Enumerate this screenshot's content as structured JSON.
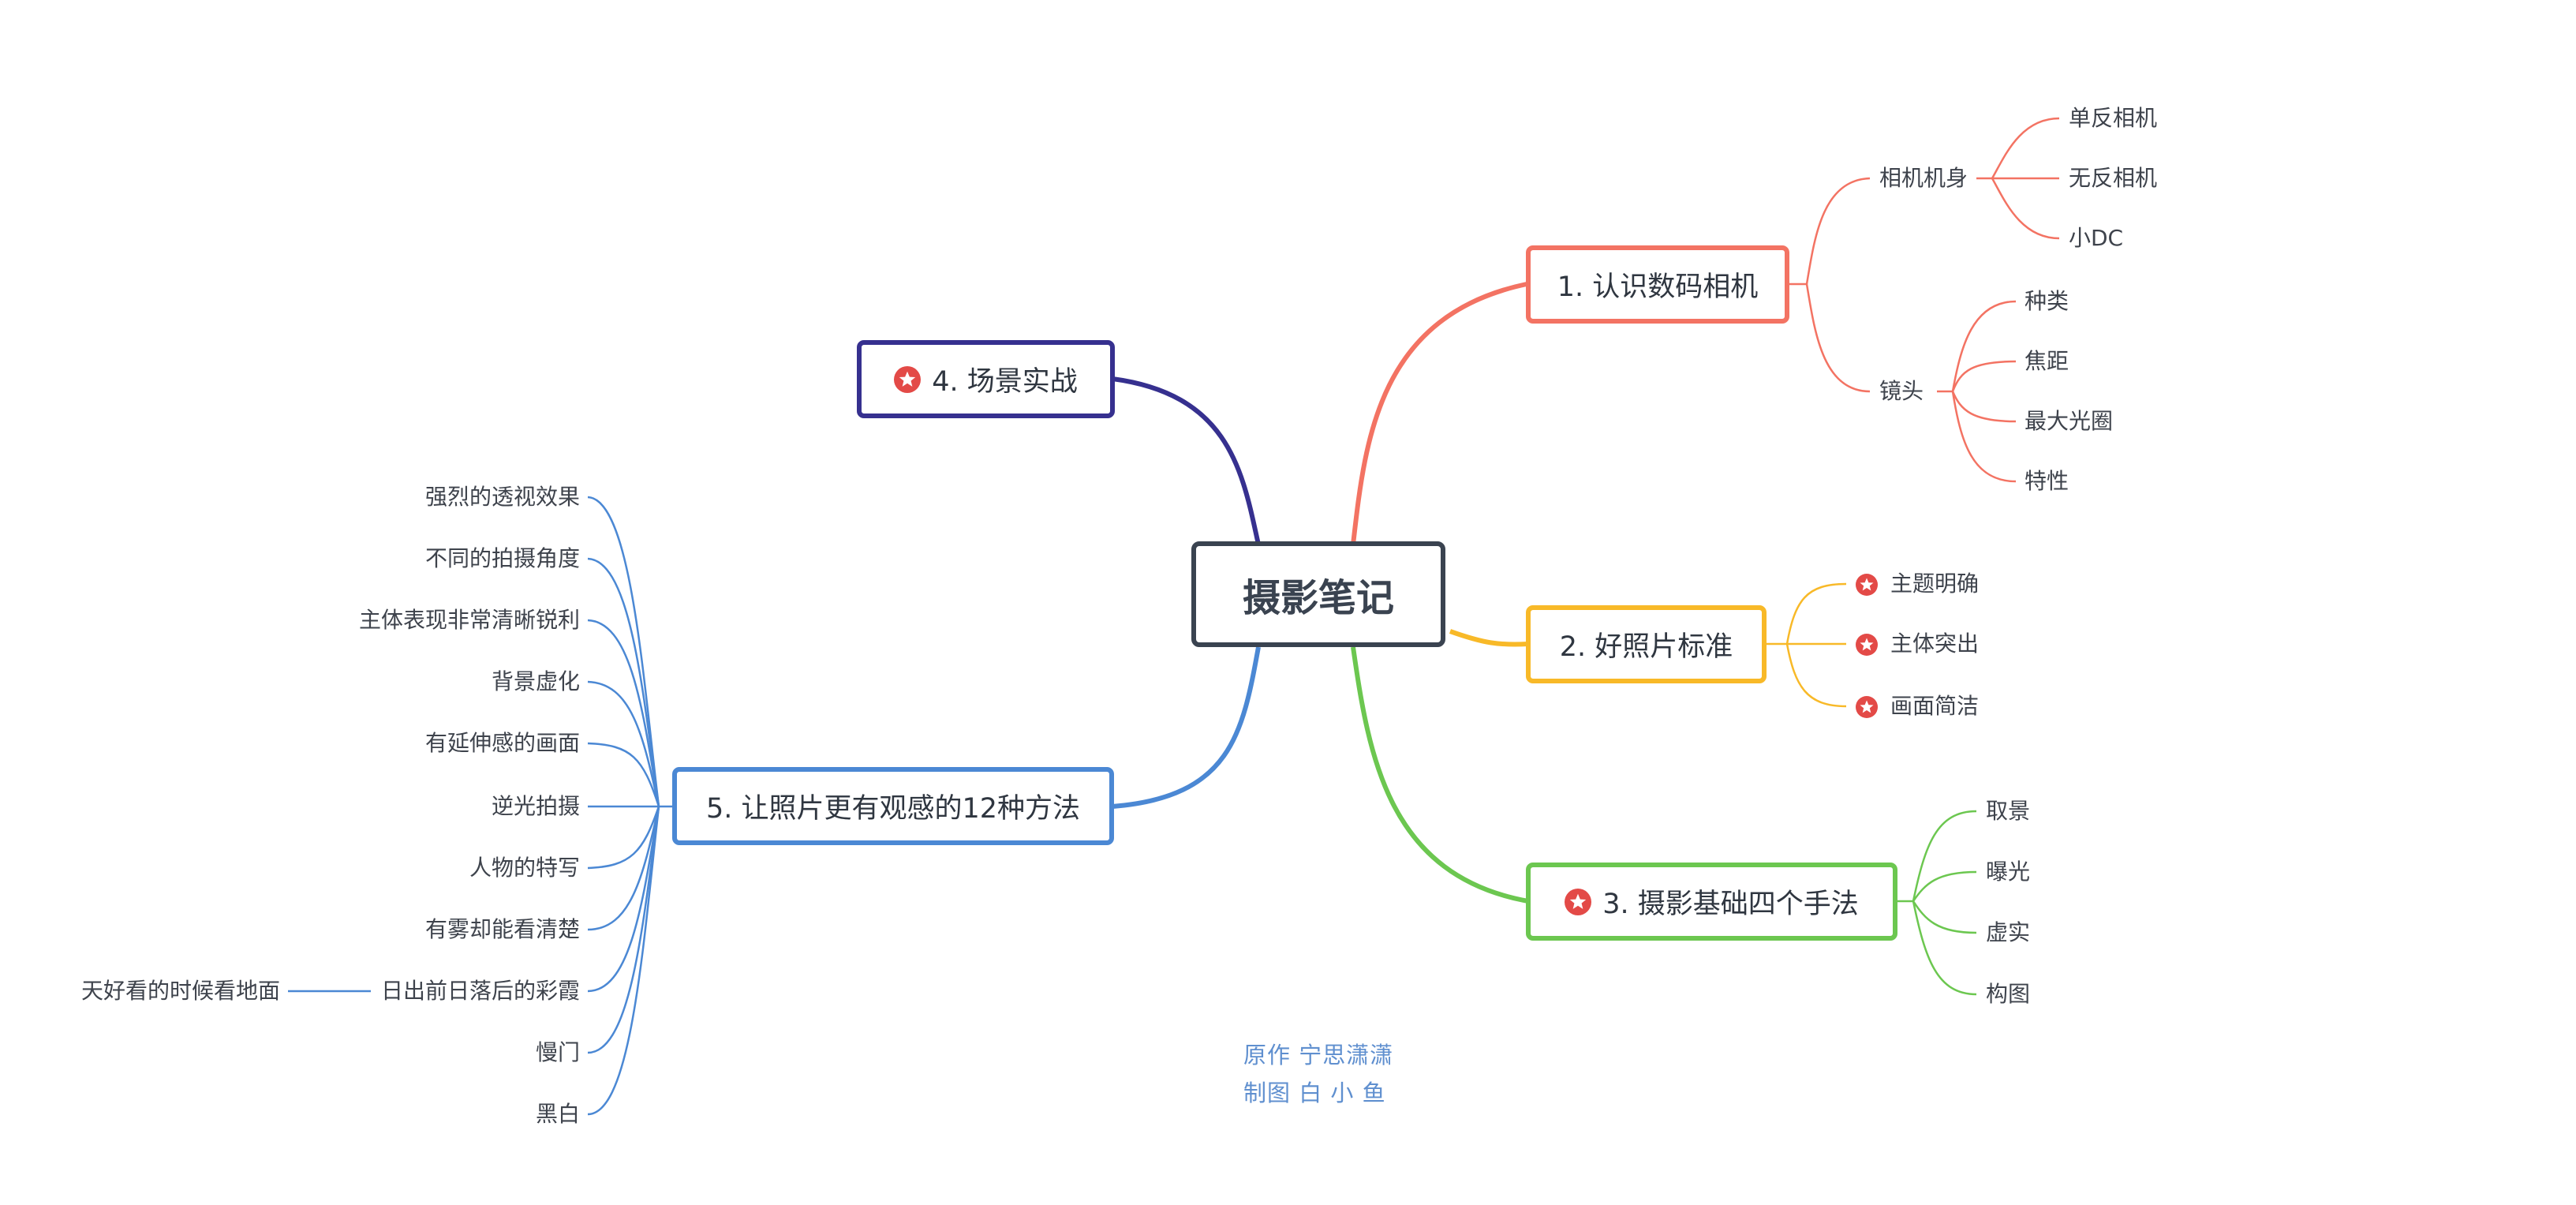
{
  "central": {
    "label": "摄影笔记"
  },
  "branches": {
    "b1": {
      "label": "1. 认识数码相机",
      "color": "#f37363",
      "groups": [
        {
          "label": "相机机身",
          "items": [
            "单反相机",
            "无反相机",
            "小DC"
          ]
        },
        {
          "label": "镜头",
          "items": [
            "种类",
            "焦距",
            "最大光圈",
            "特性"
          ]
        }
      ]
    },
    "b2": {
      "label": "2. 好照片标准",
      "color": "#f8b928",
      "items": [
        "主题明确",
        "主体突出",
        "画面简洁"
      ],
      "item_icon": "star-badge-icon"
    },
    "b3": {
      "label": "3. 摄影基础四个手法",
      "color": "#6cc750",
      "icon": "star-badge-icon",
      "items": [
        "取景",
        "曝光",
        "虚实",
        "构图"
      ]
    },
    "b4": {
      "label": "4. 场景实战",
      "color": "#36308f",
      "icon": "star-badge-icon"
    },
    "b5": {
      "label": "5. 让照片更有观感的12种方法",
      "color": "#4b88d4",
      "items": [
        "强烈的透视效果",
        "不同的拍摄角度",
        "主体表现非常清晰锐利",
        "背景虚化",
        "有延伸感的画面",
        "逆光拍摄",
        "人物的特写",
        "有雾却能看清楚",
        "日出前日落后的彩霞",
        "慢门",
        "黑白"
      ],
      "sub_of_item_9": "天好看的时候看地面"
    }
  },
  "credits": {
    "line1": "原作 宁思潇潇",
    "line2": "制图 白 小 鱼"
  },
  "central_color": "#3a4350"
}
